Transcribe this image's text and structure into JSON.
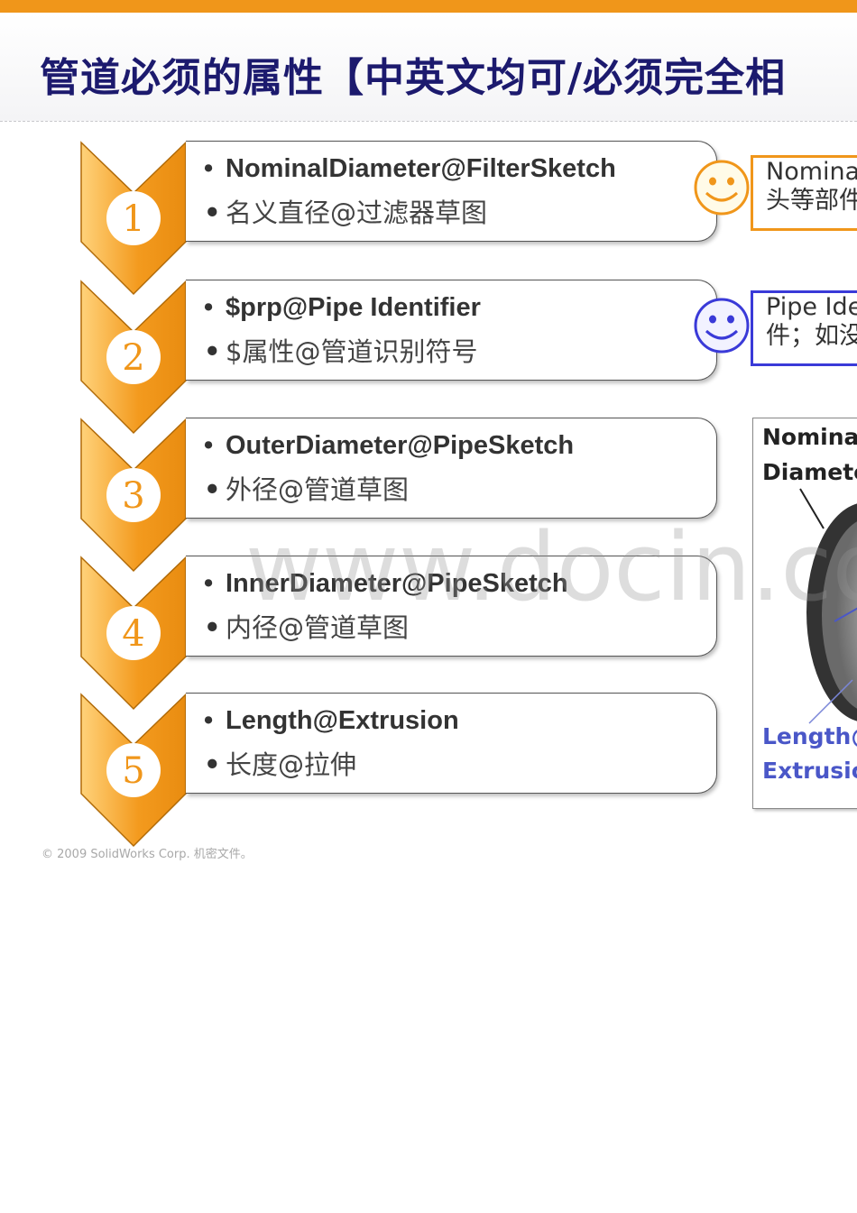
{
  "title": "管道必须的属性【中英文均可/必须完全相",
  "steps": [
    {
      "number": "1",
      "en": "NominalDiameter@FilterSketch",
      "cn": "名义直径@过滤器草图"
    },
    {
      "number": "2",
      "en": "$prp@Pipe Identifier",
      "cn": "$属性@管道识别符号"
    },
    {
      "number": "3",
      "en": "OuterDiameter@PipeSketch",
      "cn": "外径@管道草图"
    },
    {
      "number": "4",
      "en": "InnerDiameter@PipeSketch",
      "cn": "内径@管道草图"
    },
    {
      "number": "5",
      "en": "Length@Extrusion",
      "cn": "长度@拉伸"
    }
  ],
  "bullet": "•",
  "notes": [
    {
      "line1": "Nominal",
      "line2": "头等部件",
      "border_color": "#f0961a"
    },
    {
      "line1": "Pipe Ide",
      "line2": "件；如没",
      "border_color": "#3a3ad8"
    }
  ],
  "image_labels": {
    "nominal": "Nomina",
    "diameter": "Diamete",
    "length": "Length@",
    "extrusion": "Extrusio"
  },
  "watermark": "www.docin.co",
  "footer": "© 2009 SolidWorks Corp. 机密文件。",
  "colors": {
    "accent": "#f0961a",
    "title": "#1c1a6e",
    "blue": "#3a3ad8"
  }
}
